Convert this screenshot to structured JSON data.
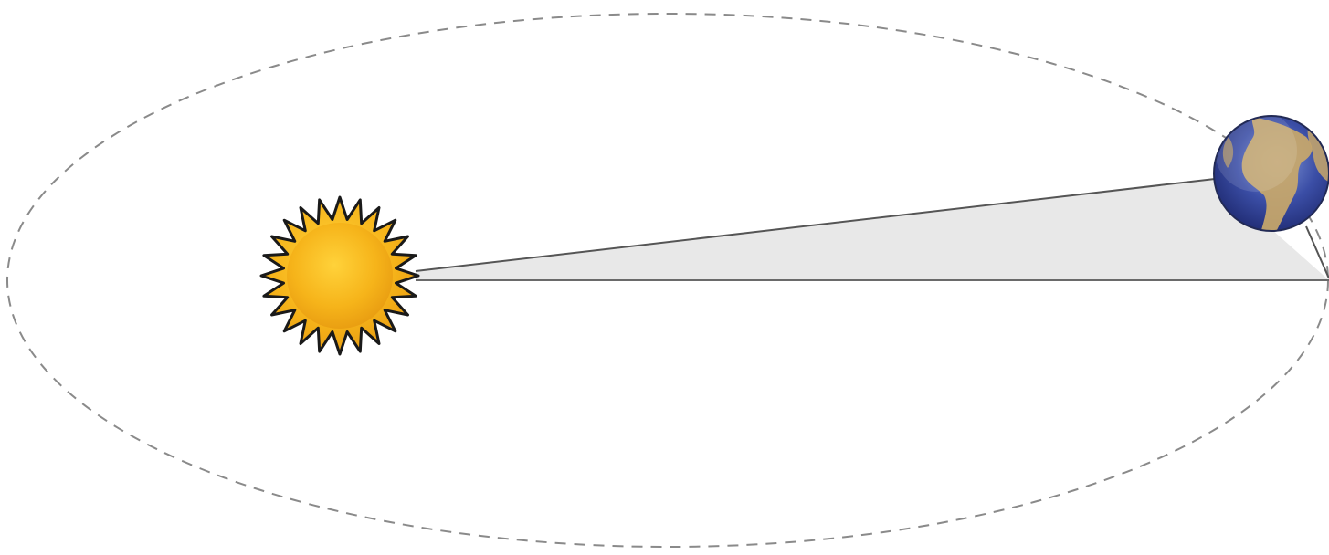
{
  "diagram": {
    "objects": [
      {
        "id": "sun",
        "icon": "sun-icon"
      },
      {
        "id": "earth",
        "icon": "earth-globe-icon"
      }
    ],
    "orbit": {
      "style": "dashed",
      "shape": "ellipse"
    },
    "swept_area": {
      "shape": "triangle"
    },
    "colors": {
      "background": "#ffffff",
      "orbit_stroke": "#8a8a8a",
      "sun_fill": "#f6b41a",
      "sun_outline": "#1a1a1a",
      "earth_ocean": "#3b4ea6",
      "earth_land": "#c9a86a",
      "swept_fill": "#e8e8e8",
      "line_stroke": "#555555"
    }
  }
}
